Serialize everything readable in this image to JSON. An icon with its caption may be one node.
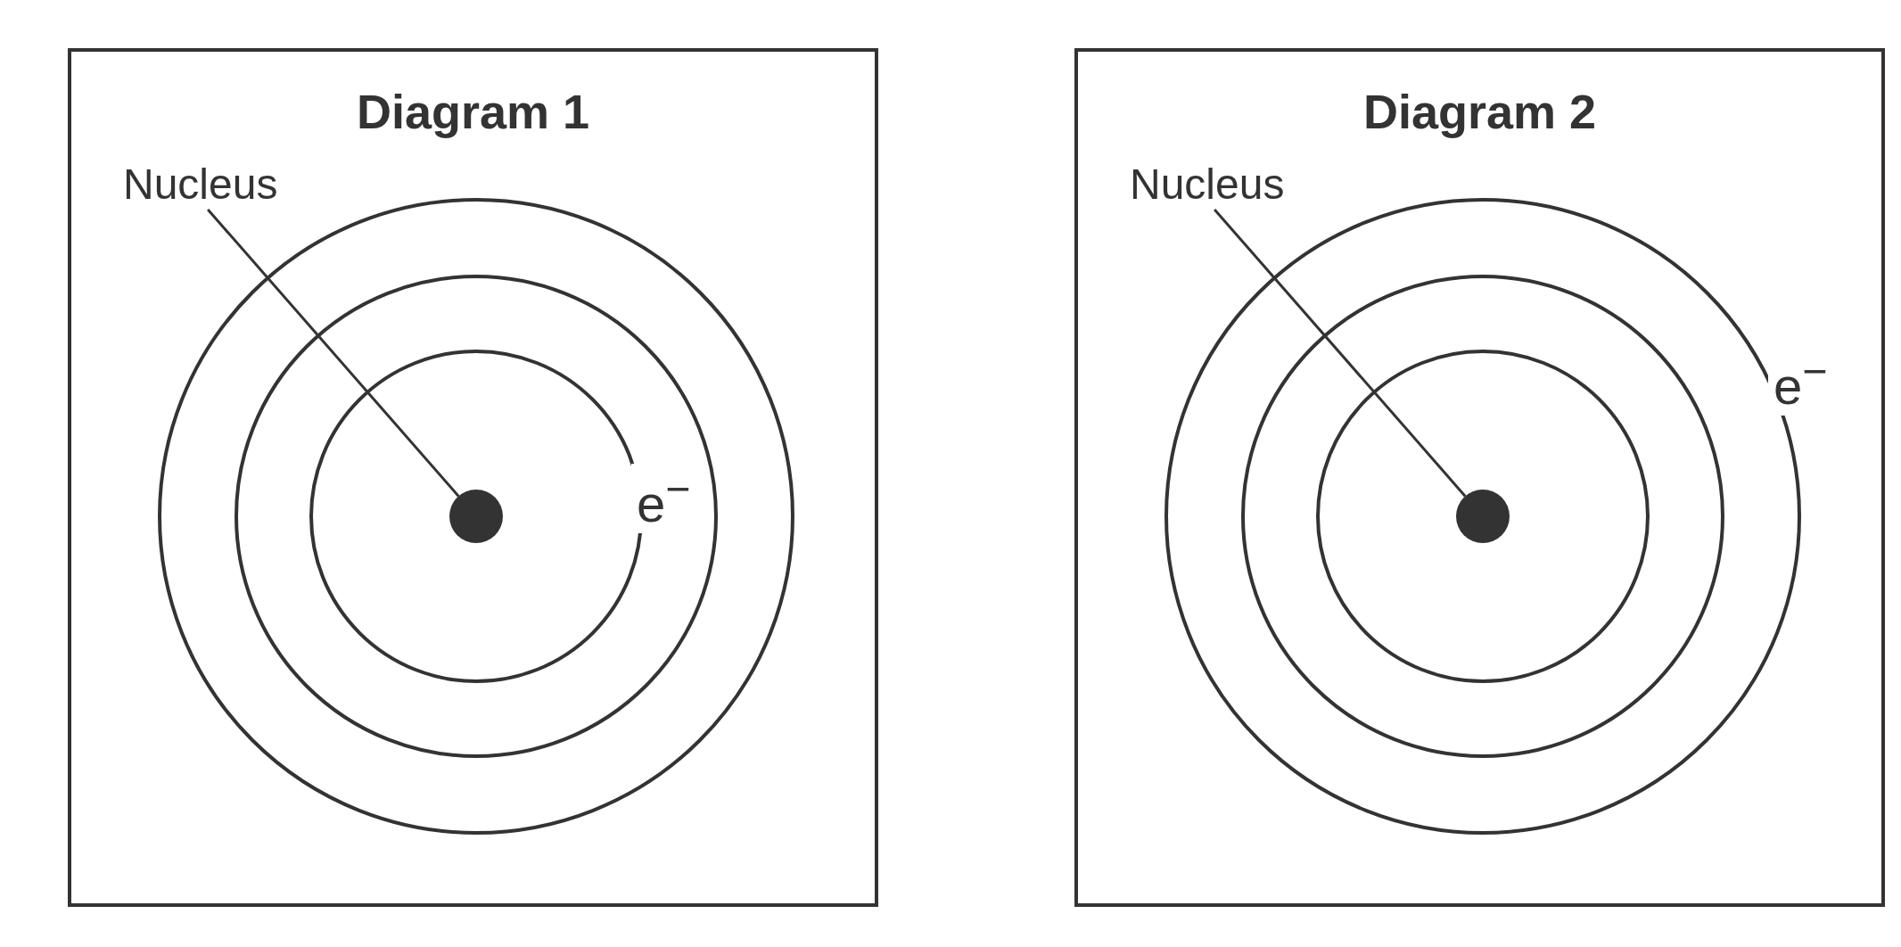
{
  "diagram": {
    "nodes": [
      {
        "text": [
          "Diagram 1"
        ]
      },
      {
        "text": [
          "Nucleus"
        ],
        "in": 0
      },
      {
        "text": [],
        "shape": "circle",
        "in": 0
      },
      {
        "text": [
          "Diagram 2"
        ]
      },
      {
        "text": [
          "Nucleus"
        ],
        "in": 3
      },
      {
        "text": [],
        "shape": "circle",
        "in": 3
      }
    ],
    "edges": [
      {
        "from": 1,
        "to": 2,
        "arrow": "none"
      },
      {
        "from": 4,
        "to": 5,
        "arrow": "none"
      }
    ],
    "labels": [
      "e$^{−}$",
      "e$^{−}$"
    ]
  }
}
